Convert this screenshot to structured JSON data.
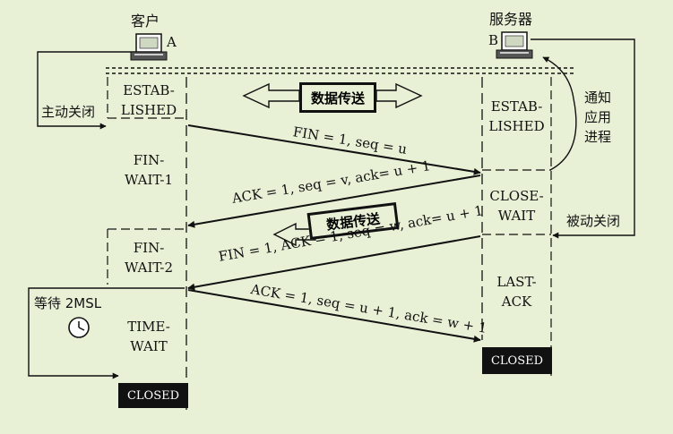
{
  "client": {
    "title": "客户",
    "host": "A"
  },
  "server": {
    "title": "服务器",
    "host": "B"
  },
  "client_states": {
    "established_1": "ESTAB-",
    "established_2": "LISHED",
    "fin_wait1_1": "FIN-",
    "fin_wait1_2": "WAIT-1",
    "fin_wait2_1": "FIN-",
    "fin_wait2_2": "WAIT-2",
    "time_wait_1": "TIME-",
    "time_wait_2": "WAIT",
    "closed": "CLOSED"
  },
  "server_states": {
    "established_1": "ESTAB-",
    "established_2": "LISHED",
    "close_wait_1": "CLOSE-",
    "close_wait_2": "WAIT",
    "last_ack_1": "LAST-",
    "last_ack_2": "ACK",
    "closed": "CLOSED"
  },
  "labels": {
    "active_close": "主动关闭",
    "passive_close": "被动关闭",
    "notify_app_1": "通知",
    "notify_app_2": "应用",
    "notify_app_3": "进程",
    "wait_2msl": "等待 2MSL",
    "data_transfer_1": "数据传送",
    "data_transfer_2": "数据传送"
  },
  "messages": {
    "fin1": "FIN = 1, seq = u",
    "ack1": "ACK = 1, seq = v, ack= u + 1",
    "fin2": "FIN = 1, ACK = 1, seq = w, ack= u + 1",
    "ack2": "ACK = 1, seq = u + 1, ack = w + 1"
  },
  "icons": {
    "client_host": "computer-icon",
    "server_host": "computer-icon",
    "timer": "clock-icon"
  }
}
